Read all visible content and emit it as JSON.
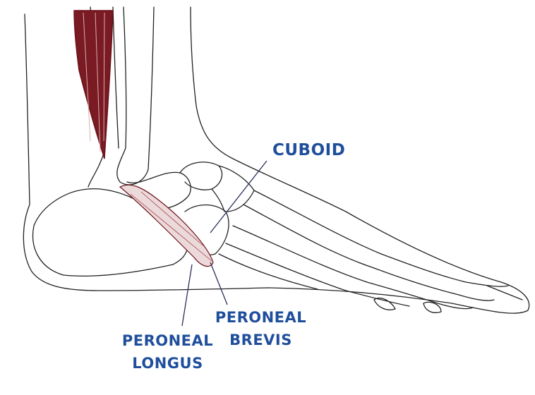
{
  "labels": {
    "cuboid": "CUBOID",
    "peroneal_longus": [
      "PERONEAL",
      "LONGUS"
    ],
    "peroneal_brevis": [
      "PERONEAL",
      "BREVIS"
    ]
  },
  "colors": {
    "label": "#1f4e9c",
    "muscle": "#7a1a22",
    "tendon": "#c9a6a6",
    "outline": "#222222"
  }
}
